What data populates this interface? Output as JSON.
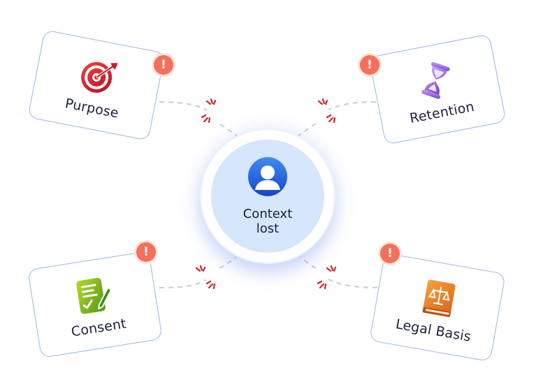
{
  "center": {
    "line1": "Context",
    "line2": "lost",
    "icon": "user-avatar-icon"
  },
  "cards": {
    "purpose": {
      "label": "Purpose",
      "icon": "target-icon"
    },
    "retention": {
      "label": "Retention",
      "icon": "hourglass-icon"
    },
    "consent": {
      "label": "Consent",
      "icon": "signed-document-icon"
    },
    "legal": {
      "label": "Legal Basis",
      "icon": "law-book-icon"
    }
  },
  "alert_symbol": "!",
  "colors": {
    "card_border": "#9ab6e8",
    "alert": "#f4705a",
    "hub_fill": "#d6e6fb",
    "connector": "#c7ccd6",
    "break_marks": "#d8202f"
  }
}
